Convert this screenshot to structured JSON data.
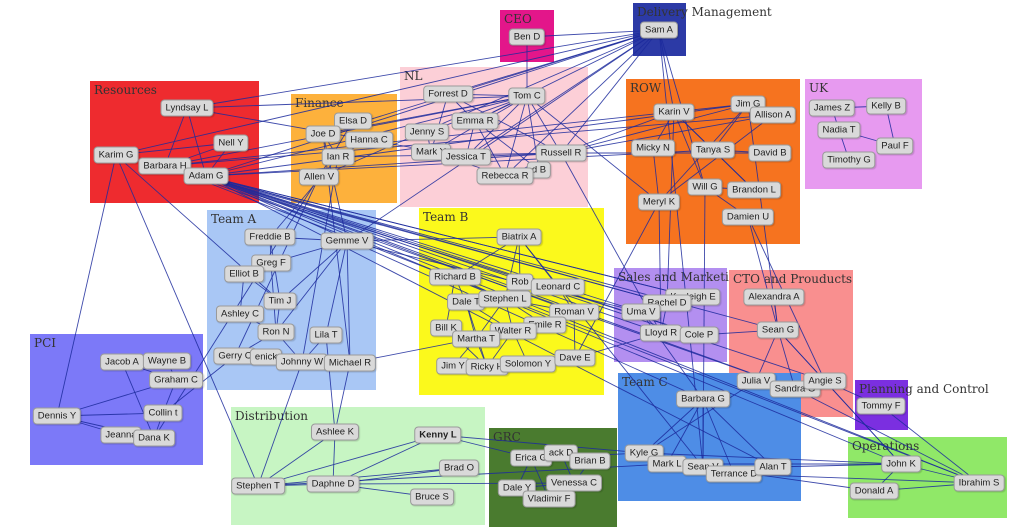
{
  "groups": [
    {
      "id": "ceo",
      "label": "CEO",
      "color": "#e3168a"
    },
    {
      "id": "delivery",
      "label": "Delivery Management",
      "color": "#2c3aa6"
    },
    {
      "id": "resources",
      "label": "Resources",
      "color": "#ee2b2f"
    },
    {
      "id": "finance",
      "label": "Finance",
      "color": "#fdb13c"
    },
    {
      "id": "nl",
      "label": "NL",
      "color": "#fccfd7"
    },
    {
      "id": "row",
      "label": "ROW",
      "color": "#f6731f"
    },
    {
      "id": "uk",
      "label": "UK",
      "color": "#e79af0"
    },
    {
      "id": "teama",
      "label": "Team A",
      "color": "#a9c7f5"
    },
    {
      "id": "teamb",
      "label": "Team B",
      "color": "#fbf91c"
    },
    {
      "id": "sales",
      "label": "Sales and Marketing",
      "color": "#b38ff0"
    },
    {
      "id": "cto",
      "label": "CTO and Prouducts",
      "color": "#f98f8f"
    },
    {
      "id": "pci",
      "label": "PCI",
      "color": "#7c79f8"
    },
    {
      "id": "teamc",
      "label": "Team C",
      "color": "#4e8de6"
    },
    {
      "id": "planning",
      "label": "Planning and Control",
      "color": "#7b2fe0"
    },
    {
      "id": "distribution",
      "label": "Distribution",
      "color": "#c7f5c3"
    },
    {
      "id": "grc",
      "label": "GRC",
      "color": "#4a7b2f"
    },
    {
      "id": "operations",
      "label": "Operations",
      "color": "#90e868"
    }
  ],
  "nodes": [
    {
      "id": "bend",
      "label": "Ben D"
    },
    {
      "id": "sama",
      "label": "Sam A"
    },
    {
      "id": "lyndsayl",
      "label": "Lyndsay L"
    },
    {
      "id": "nelly",
      "label": "Nell Y"
    },
    {
      "id": "karimg",
      "label": "Karim G"
    },
    {
      "id": "barbarah",
      "label": "Barbara H"
    },
    {
      "id": "adamg",
      "label": "Adam G"
    },
    {
      "id": "elsad",
      "label": "Elsa D"
    },
    {
      "id": "joed",
      "label": "Joe D"
    },
    {
      "id": "hannac",
      "label": "Hanna C"
    },
    {
      "id": "ianr",
      "label": "Ian R"
    },
    {
      "id": "allenv",
      "label": "Allen V"
    },
    {
      "id": "forrestd",
      "label": "Forrest D"
    },
    {
      "id": "tomc",
      "label": "Tom C"
    },
    {
      "id": "emmar",
      "label": "Emma R"
    },
    {
      "id": "jennys",
      "label": "Jenny S"
    },
    {
      "id": "marky",
      "label": "Mark Y"
    },
    {
      "id": "jessicat",
      "label": "Jessica T"
    },
    {
      "id": "russellr",
      "label": "Russell R"
    },
    {
      "id": "davidb2",
      "label": "d B"
    },
    {
      "id": "rebeccar",
      "label": "Rebecca R"
    },
    {
      "id": "karinv",
      "label": "Karin V"
    },
    {
      "id": "jimg",
      "label": "Jim G"
    },
    {
      "id": "allisona",
      "label": "Allison A"
    },
    {
      "id": "mickyn",
      "label": "Micky N"
    },
    {
      "id": "tanyas",
      "label": "Tanya S"
    },
    {
      "id": "davidb",
      "label": "David B"
    },
    {
      "id": "brandonl",
      "label": "Brandon L"
    },
    {
      "id": "willg",
      "label": "Will G"
    },
    {
      "id": "merylk",
      "label": "Meryl K"
    },
    {
      "id": "damienu",
      "label": "Damien U"
    },
    {
      "id": "jamesz",
      "label": "James Z"
    },
    {
      "id": "kellyb",
      "label": "Kelly B"
    },
    {
      "id": "nadiat",
      "label": "Nadia T"
    },
    {
      "id": "paulf",
      "label": "Paul F"
    },
    {
      "id": "timothyg",
      "label": "Timothy G"
    },
    {
      "id": "freddieb",
      "label": "Freddie B"
    },
    {
      "id": "gemmev",
      "label": "Gemme V"
    },
    {
      "id": "gregf",
      "label": "Greg F"
    },
    {
      "id": "elliotb",
      "label": "Elliot B"
    },
    {
      "id": "timj",
      "label": "Tim J"
    },
    {
      "id": "ashleyc",
      "label": "Ashley C"
    },
    {
      "id": "ronn",
      "label": "Ron N"
    },
    {
      "id": "lilat",
      "label": "Lila T"
    },
    {
      "id": "gerryc",
      "label": "Gerry C"
    },
    {
      "id": "jenica",
      "label": "enick"
    },
    {
      "id": "johnnyw",
      "label": "Johnny W"
    },
    {
      "id": "michaelr",
      "label": "Michael R"
    },
    {
      "id": "biatrixa",
      "label": "Biatrix A"
    },
    {
      "id": "richardb",
      "label": "Richard B"
    },
    {
      "id": "robb",
      "label": "Rob"
    },
    {
      "id": "leonardc",
      "label": "Leonard C"
    },
    {
      "id": "dalet",
      "label": "Dale T"
    },
    {
      "id": "stephenl",
      "label": "Stephen L"
    },
    {
      "id": "romanv",
      "label": "Roman V"
    },
    {
      "id": "billk",
      "label": "Bill K"
    },
    {
      "id": "emiler",
      "label": "Emile R"
    },
    {
      "id": "walterr",
      "label": "Walter R"
    },
    {
      "id": "marthat",
      "label": "Martha T"
    },
    {
      "id": "jimy",
      "label": "Jim Y"
    },
    {
      "id": "rickyh",
      "label": "Ricky H"
    },
    {
      "id": "solomony",
      "label": "Solomon Y"
    },
    {
      "id": "davee",
      "label": "Dave E"
    },
    {
      "id": "kayleighe",
      "label": "Kayleigh E"
    },
    {
      "id": "racheld",
      "label": "Rachel D"
    },
    {
      "id": "umav",
      "label": "Uma V"
    },
    {
      "id": "lloydr",
      "label": "Lloyd R"
    },
    {
      "id": "colep",
      "label": "Cole P"
    },
    {
      "id": "alexandraa",
      "label": "Alexandra A"
    },
    {
      "id": "seang",
      "label": "Sean G"
    },
    {
      "id": "juliav",
      "label": "Julia V"
    },
    {
      "id": "sandrag",
      "label": "Sandra G"
    },
    {
      "id": "angies",
      "label": "Angie S"
    },
    {
      "id": "jacoba",
      "label": "Jacob A"
    },
    {
      "id": "wayneb",
      "label": "Wayne B"
    },
    {
      "id": "grahamc",
      "label": "Graham C"
    },
    {
      "id": "dennisy",
      "label": "Dennis Y"
    },
    {
      "id": "collint",
      "label": "Collin t"
    },
    {
      "id": "jeanna",
      "label": "Jeanna"
    },
    {
      "id": "danak",
      "label": "Dana K"
    },
    {
      "id": "barbarag",
      "label": "Barbara G"
    },
    {
      "id": "kyleg",
      "label": "Kyle G"
    },
    {
      "id": "markl",
      "label": "Mark L"
    },
    {
      "id": "seanv",
      "label": "Sean V"
    },
    {
      "id": "terranced",
      "label": "Terrance D"
    },
    {
      "id": "alant",
      "label": "Alan T"
    },
    {
      "id": "tommyf",
      "label": "Tommy F"
    },
    {
      "id": "ashleek",
      "label": "Ashlee K"
    },
    {
      "id": "kennyl",
      "label": "Kenny L",
      "bold": true
    },
    {
      "id": "bradolivia",
      "label": "Brad O"
    },
    {
      "id": "stepht",
      "label": "Stephen T"
    },
    {
      "id": "daphned",
      "label": "Daphne D"
    },
    {
      "id": "brucess",
      "label": "Bruce S"
    },
    {
      "id": "ericag",
      "label": "Erica G"
    },
    {
      "id": "jackd",
      "label": "ack D"
    },
    {
      "id": "brianb",
      "label": "Brian B"
    },
    {
      "id": "daley",
      "label": "Dale Y"
    },
    {
      "id": "venessac",
      "label": "Venessa C"
    },
    {
      "id": "vladimirf",
      "label": "Vladimir F"
    },
    {
      "id": "johnk",
      "label": "John K"
    },
    {
      "id": "ibrahims",
      "label": "Ibrahim S"
    },
    {
      "id": "donalda",
      "label": "Donald A"
    }
  ]
}
